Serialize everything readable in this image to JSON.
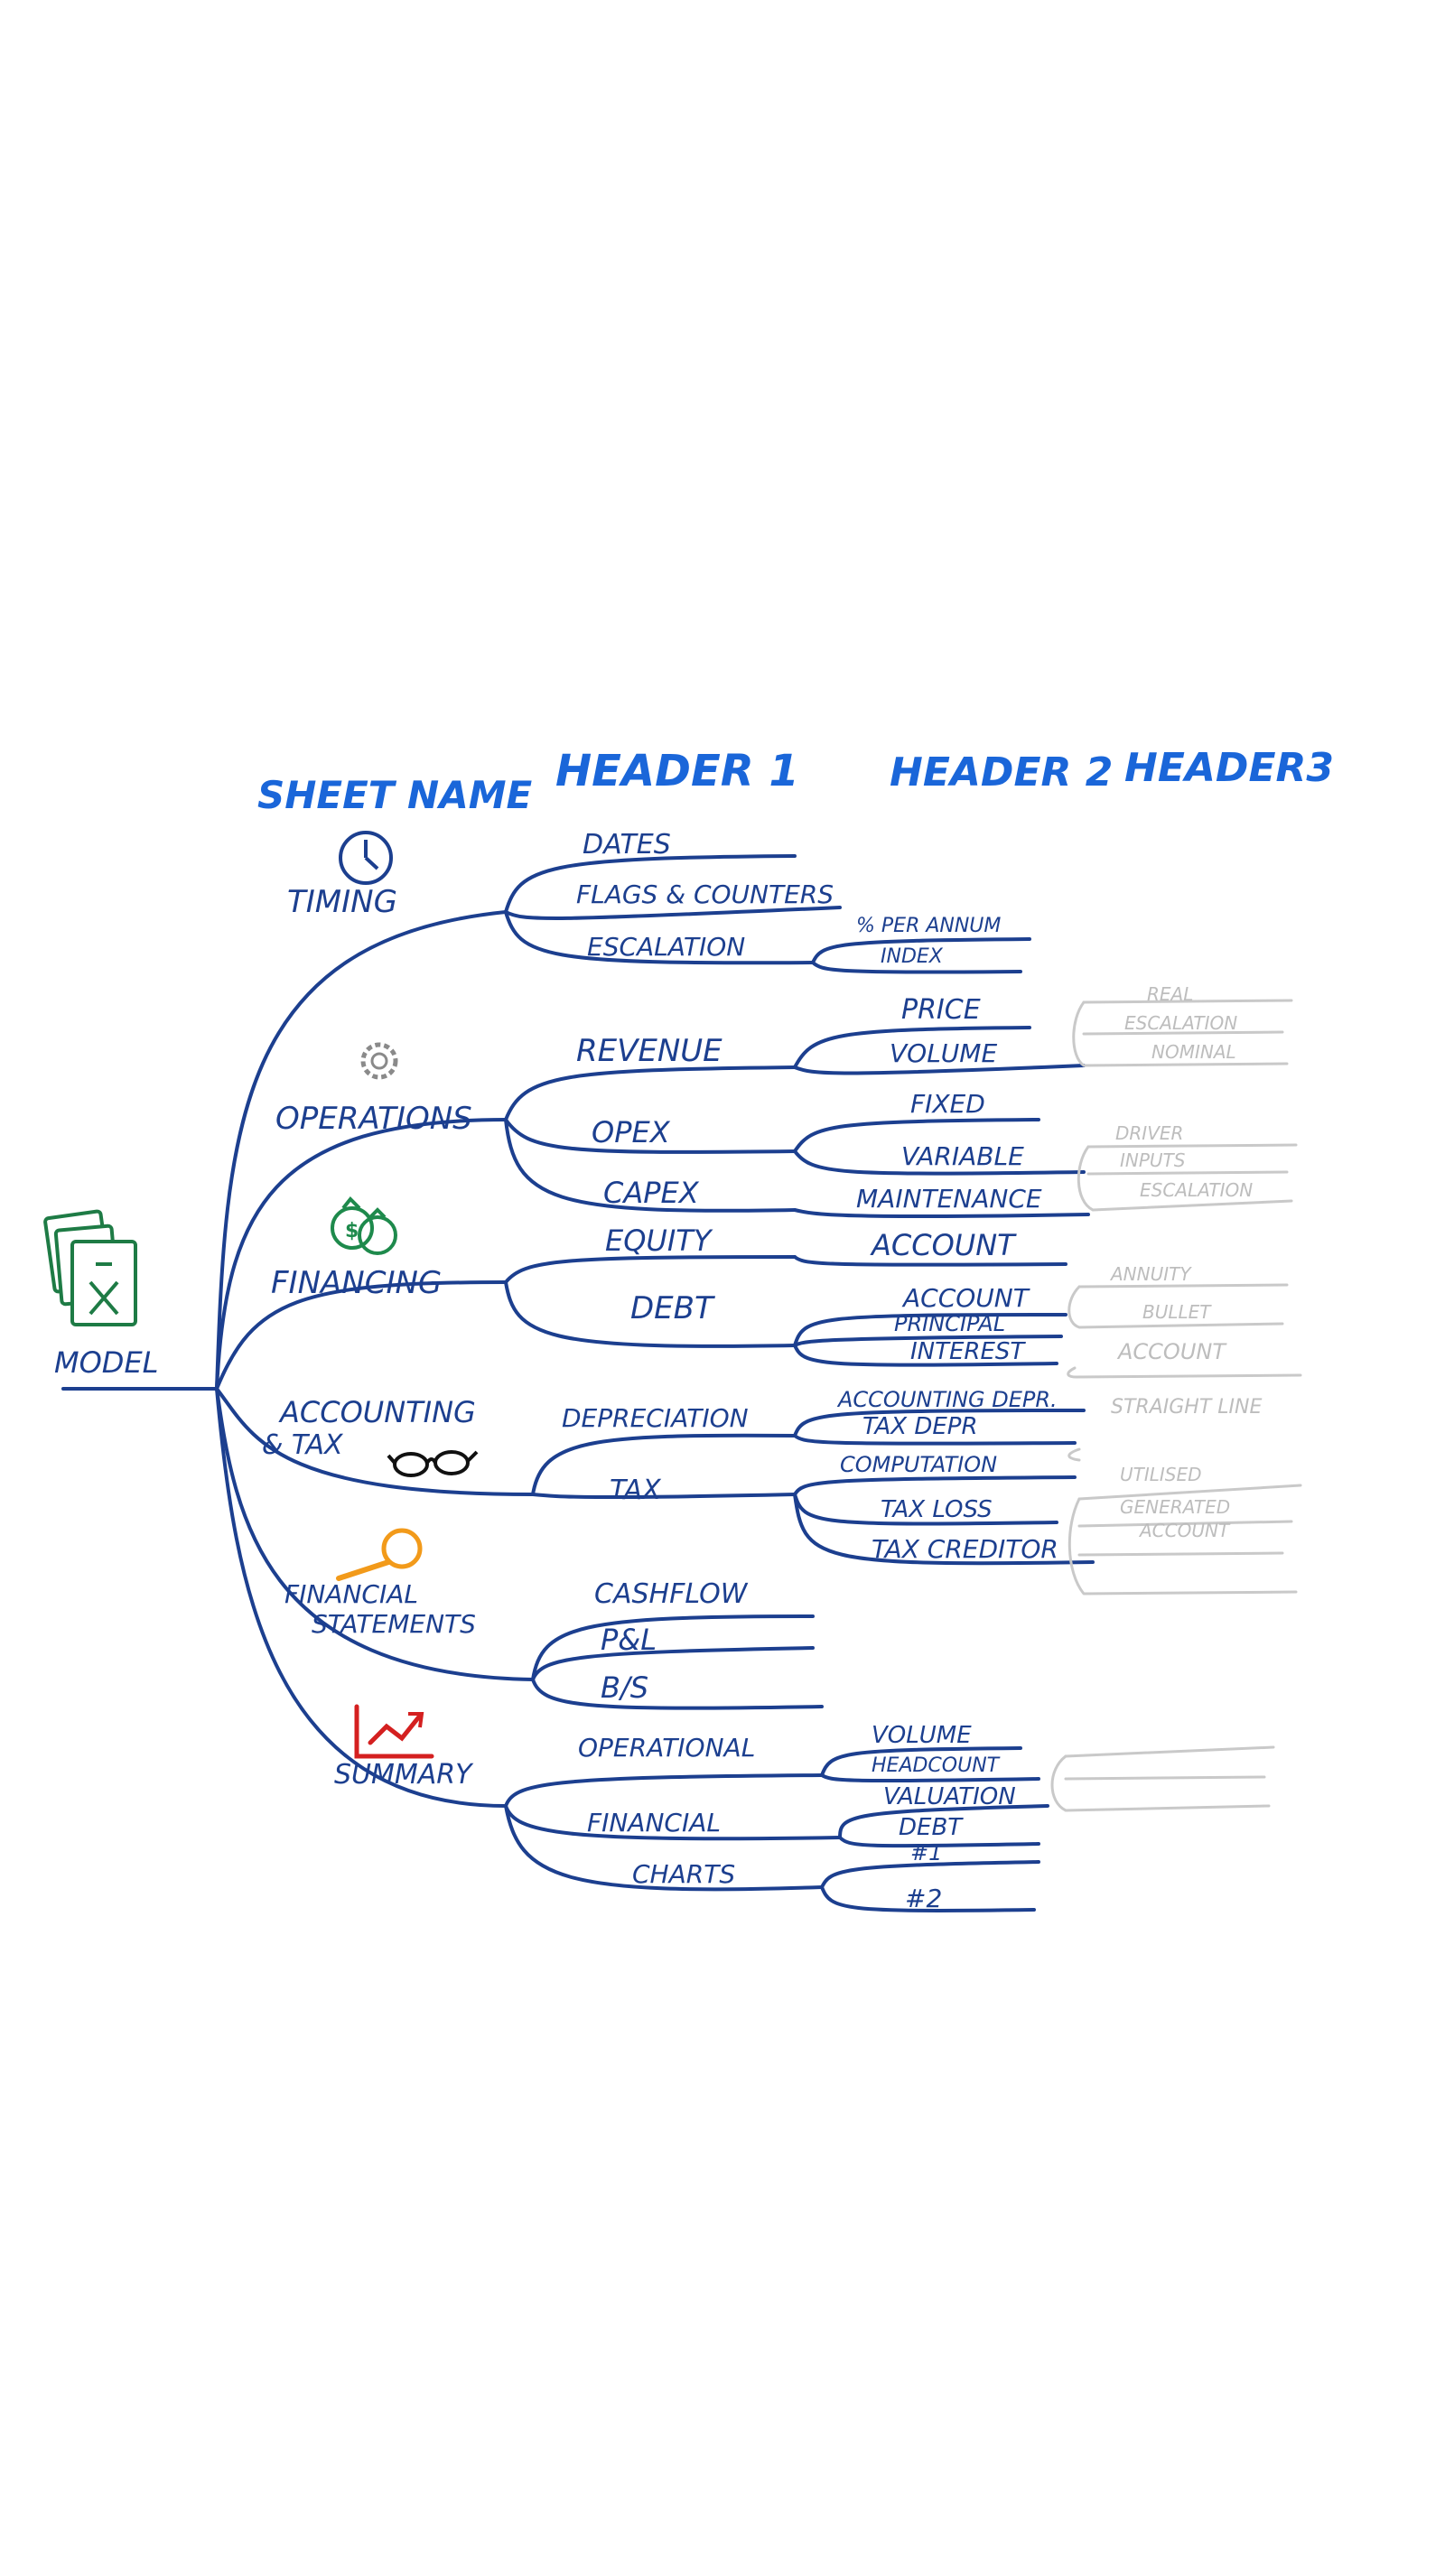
{
  "headers": {
    "sheet_name": "SHEET NAME",
    "header1": "HEADER 1",
    "header2": "HEADER 2",
    "header3": "HEADER3"
  },
  "root": "MODEL",
  "sheets": {
    "timing": {
      "label": "TIMING",
      "h1": {
        "dates": "DATES",
        "flags": "FLAGS & COUNTERS",
        "escalation": "ESCALATION"
      },
      "h2": {
        "per_annum": "% PER ANNUM",
        "index": "INDEX"
      }
    },
    "operations": {
      "label": "OPERATIONS",
      "h1": {
        "revenue": "REVENUE",
        "opex": "OPEX",
        "capex": "CAPEX"
      },
      "h2": {
        "price": "PRICE",
        "volume": "VOLUME",
        "fixed": "FIXED",
        "variable": "VARIABLE",
        "maintenance": "MAINTENANCE"
      },
      "h3": {
        "real": "REAL",
        "escalation": "ESCALATION",
        "nominal": "NOMINAL",
        "driver": "DRIVER",
        "inputs": "INPUTS",
        "escalation2": "ESCALATION"
      }
    },
    "financing": {
      "label": "FINANCING",
      "h1": {
        "equity": "EQUITY",
        "debt": "DEBT"
      },
      "h2": {
        "account": "ACCOUNT",
        "account2": "ACCOUNT",
        "principal": "PRINCIPAL",
        "interest": "INTEREST"
      },
      "h3": {
        "annuity": "ANNUITY",
        "bullet": "BULLET",
        "account": "ACCOUNT"
      }
    },
    "accounting_tax": {
      "label_line1": "ACCOUNTING",
      "label_line2": "& TAX",
      "h1": {
        "depreciation": "DEPRECIATION",
        "tax": "TAX"
      },
      "h2": {
        "accounting_depr": "ACCOUNTING DEPR.",
        "tax_depr": "TAX DEPR",
        "computation": "COMPUTATION",
        "tax_loss": "TAX LOSS",
        "tax_creditor": "TAX CREDITOR"
      },
      "h3": {
        "straight_line": "STRAIGHT LINE",
        "utilised": "UTILISED",
        "generated": "GENERATED",
        "account": "ACCOUNT"
      }
    },
    "financial_statements": {
      "label_line1": "FINANCIAL",
      "label_line2": "STATEMENTS",
      "h1": {
        "cashflow": "CASHFLOW",
        "pl": "P&L",
        "bs": "B/S"
      }
    },
    "summary": {
      "label": "SUMMARY",
      "h1": {
        "operational": "OPERATIONAL",
        "financial": "FINANCIAL",
        "charts": "CHARTS"
      },
      "h2": {
        "volume": "VOLUME",
        "headcount": "HEADCOUNT",
        "valuation": "VALUATION",
        "debt": "DEBT",
        "chart1": "#1",
        "chart2": "#2"
      }
    }
  },
  "colors": {
    "header_blue": "#1a66d9",
    "line_navy": "#1c3f8f",
    "faded_grey": "#bdbdbd",
    "excel_green": "#1e7b45",
    "money_green": "#1e8a4c",
    "gear_grey": "#8a8a8a",
    "magnifier_orange": "#f29a1a",
    "chart_red": "#d42020"
  },
  "icons": {
    "root": "excel-stack-icon",
    "timing": "clock-icon",
    "operations": "gear-icon",
    "financing": "money-bags-icon",
    "accounting_tax": "glasses-icon",
    "financial_statements": "magnifier-icon",
    "summary": "trend-chart-icon"
  }
}
